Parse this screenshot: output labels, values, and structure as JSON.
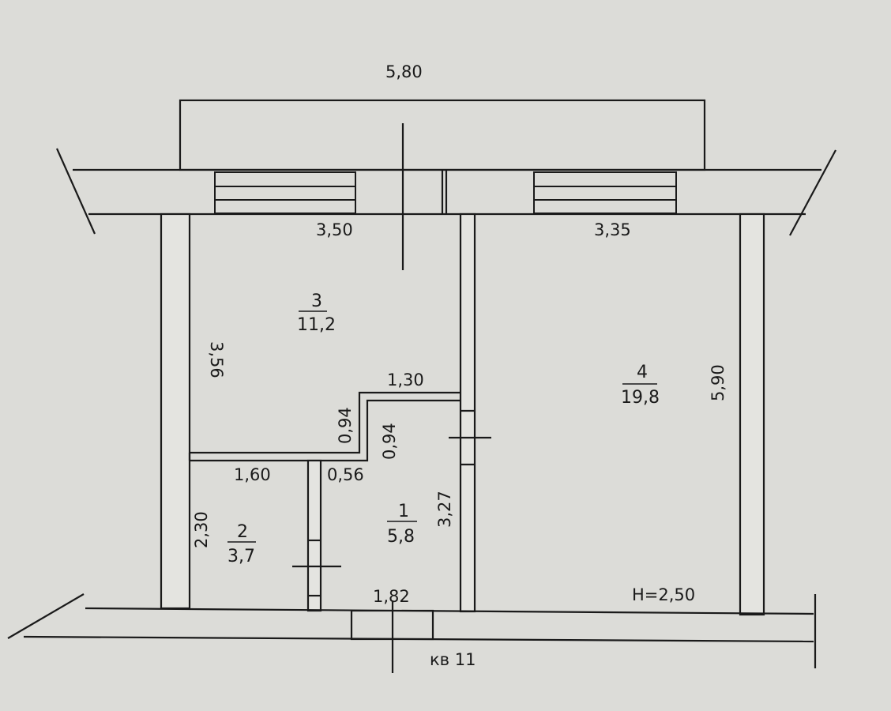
{
  "dimensions": {
    "overall_width": "5,80",
    "room3_width": "3,50",
    "room4_width": "3,35",
    "room3_height": "3,56",
    "room4_height": "5,90",
    "corridor_width": "1,30",
    "corridor_depth_left": "0,94",
    "corridor_depth_right": "0,94",
    "room2_width": "1,60",
    "door_width": "0,56",
    "room2_height": "2,30",
    "room1_height": "3,27",
    "room1_width": "1,82"
  },
  "rooms": [
    {
      "number": "3",
      "area": "11,2"
    },
    {
      "number": "4",
      "area": "19,8"
    },
    {
      "number": "2",
      "area": "3,7"
    },
    {
      "number": "1",
      "area": "5,8"
    }
  ],
  "ceiling_height": "H=2,50",
  "apartment_label": "кв 11"
}
